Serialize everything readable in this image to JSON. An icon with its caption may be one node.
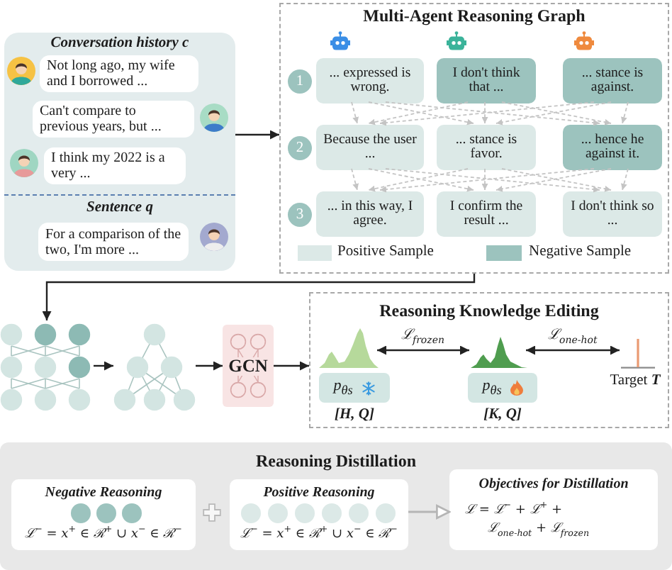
{
  "diagram": {
    "nodes": [
      {
        "text": [
          "Conversation history c",
          "Sentence q"
        ]
      },
      {
        "text": [
          "Not long ago, my wife and I borrowed ..."
        ],
        "in": 0
      },
      {
        "text": [
          "Can't compare to previous years, but ..."
        ],
        "in": 0
      },
      {
        "text": [
          "I think my 2022 is a very ..."
        ],
        "in": 0
      },
      {
        "text": [
          "For a comparison of the two, I'm more ..."
        ],
        "in": 0
      },
      {
        "text": [
          "Multi-Agent Reasoning Graph"
        ]
      },
      {
        "text": [
          "1"
        ],
        "in": 5
      },
      {
        "text": [
          "... expressed is wrong."
        ],
        "in": 5
      },
      {
        "text": [
          "I don't think that ..."
        ],
        "in": 5
      },
      {
        "text": [
          "... stance is against."
        ],
        "in": 5
      },
      {
        "text": [
          "2"
        ],
        "in": 5
      },
      {
        "text": [
          "Because the user ..."
        ],
        "in": 5
      },
      {
        "text": [
          "... stance is favor."
        ],
        "in": 5
      },
      {
        "text": [
          "... hence he against it."
        ],
        "in": 5
      },
      {
        "text": [
          "3"
        ],
        "in": 5
      },
      {
        "text": [
          "... in this way, I agree."
        ],
        "in": 5
      },
      {
        "text": [
          "I confirm the result ..."
        ],
        "in": 5
      },
      {
        "text": [
          "I don't think so ..."
        ],
        "in": 5
      },
      {
        "text": [],
        "shape": "picture"
      },
      {
        "text": [],
        "shape": "picture"
      },
      {
        "text": [
          "GCN"
        ]
      },
      {
        "text": [
          "Reasoning Knowledge Editing"
        ]
      },
      {
        "text": [],
        "shape": "picture",
        "in": 21
      },
      {
        "text": [
          "p$_{θs}$"
        ],
        "beside": [
          "[H, Q]"
        ],
        "in": 21
      },
      {
        "text": [],
        "shape": "picture",
        "in": 21
      },
      {
        "text": [
          "p$_{θs}$"
        ],
        "beside": [
          "[K, Q]"
        ],
        "in": 21
      },
      {
        "text": [],
        "shape": "picture",
        "beside": [
          "Target **T**"
        ],
        "in": 21
      },
      {
        "text": [
          "Reasoning Distillation"
        ]
      },
      {
        "text": [
          "Negative Reasoning",
          "ℒ$^{−}$ = x$^{+}$ ∈ ℛ$^{+}$ ∪ x$^{−}$ ∈ ℛ$^{−}$"
        ],
        "in": 27
      },
      {
        "text": [
          "Positive Reasoning",
          "ℒ$^{−}$ = x$^{+}$ ∈ ℛ$^{+}$ ∪ x$^{−}$ ∈ ℛ$^{−}$"
        ],
        "in": 27
      },
      {
        "text": [
          "Objectives for Distillation",
          "ℒ = ℒ$^{−}$ + ℒ$^{+}$ + ℒ$_{one-hot}$ + ℒ$_{frozen}$"
        ],
        "in": 27
      }
    ],
    "edges": [
      {
        "from": 0,
        "to": 5,
        "arrow": "to",
        "color": "#222222"
      },
      {
        "from": 7,
        "to": 11,
        "arrow": "to",
        "style": "dashed",
        "color": "#c4c4c4"
      },
      {
        "from": 7,
        "to": 12,
        "arrow": "to",
        "style": "dashed",
        "color": "#c4c4c4"
      },
      {
        "from": 7,
        "to": 13,
        "arrow": "to",
        "style": "dashed",
        "color": "#c4c4c4"
      },
      {
        "from": 8,
        "to": 11,
        "arrow": "to",
        "style": "dashed",
        "color": "#c4c4c4"
      },
      {
        "from": 8,
        "to": 12,
        "arrow": "to",
        "style": "dashed",
        "color": "#c4c4c4"
      },
      {
        "from": 8,
        "to": 13,
        "arrow": "to",
        "style": "dashed",
        "color": "#c4c4c4"
      },
      {
        "from": 9,
        "to": 11,
        "arrow": "to",
        "style": "dashed",
        "color": "#c4c4c4"
      },
      {
        "from": 9,
        "to": 12,
        "arrow": "to",
        "style": "dashed",
        "color": "#c4c4c4"
      },
      {
        "from": 9,
        "to": 13,
        "arrow": "to",
        "style": "dashed",
        "color": "#c4c4c4"
      },
      {
        "from": 11,
        "to": 15,
        "arrow": "to",
        "style": "dashed",
        "color": "#c4c4c4"
      },
      {
        "from": 11,
        "to": 16,
        "arrow": "to",
        "style": "dashed",
        "color": "#c4c4c4"
      },
      {
        "from": 11,
        "to": 17,
        "arrow": "to",
        "style": "dashed",
        "color": "#c4c4c4"
      },
      {
        "from": 12,
        "to": 15,
        "arrow": "to",
        "style": "dashed",
        "color": "#c4c4c4"
      },
      {
        "from": 12,
        "to": 16,
        "arrow": "to",
        "style": "dashed",
        "color": "#c4c4c4"
      },
      {
        "from": 12,
        "to": 17,
        "arrow": "to",
        "style": "dashed",
        "color": "#c4c4c4"
      },
      {
        "from": 13,
        "to": 15,
        "arrow": "to",
        "style": "dashed",
        "color": "#c4c4c4"
      },
      {
        "from": 13,
        "to": 16,
        "arrow": "to",
        "style": "dashed",
        "color": "#c4c4c4"
      },
      {
        "from": 13,
        "to": 17,
        "arrow": "to",
        "style": "dashed",
        "color": "#c4c4c4"
      },
      {
        "from": 5,
        "to": 18,
        "arrow": "to",
        "color": "#222222"
      },
      {
        "from": 18,
        "to": 19,
        "arrow": "to",
        "color": "#222222"
      },
      {
        "from": 19,
        "to": 20,
        "arrow": "to",
        "color": "#222222"
      },
      {
        "from": 20,
        "to": 21,
        "arrow": "to",
        "color": "#222222"
      },
      {
        "from": 22,
        "to": 24,
        "arrow": "both",
        "label": "ℒ$_{frozen}$",
        "color": "#222222"
      },
      {
        "from": 24,
        "to": 26,
        "arrow": "both",
        "label": "ℒ$_{one-hot}$",
        "color": "#222222"
      },
      {
        "from": 29,
        "to": 30,
        "arrow": "to",
        "color": "#b5b5b5"
      }
    ],
    "legend": [
      {
        "text": "Positive Sample",
        "color": "#dce9e7"
      },
      {
        "text": "Negative Sample",
        "color": "#9cc3be"
      }
    ]
  }
}
